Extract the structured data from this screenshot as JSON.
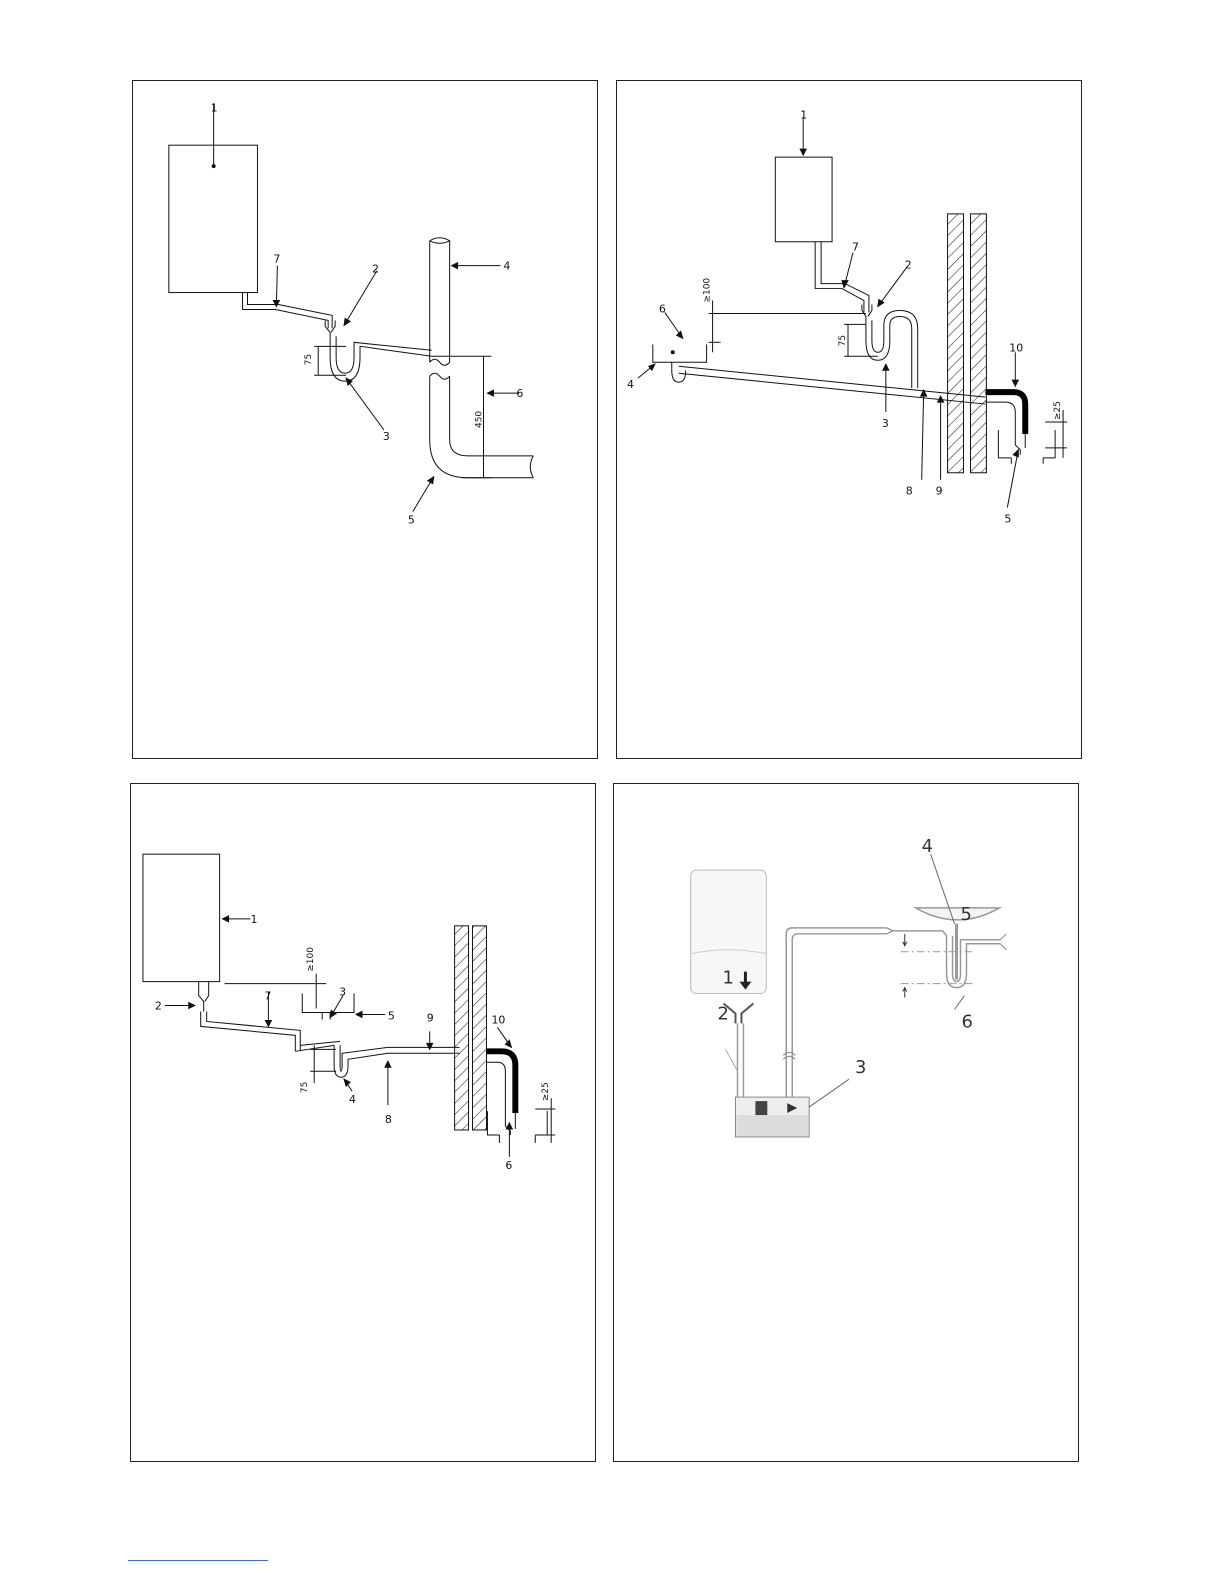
{
  "colors": {
    "line": "#111111",
    "grey": "#9a9a9a",
    "light_grey": "#d6d6d6",
    "hatch": "#333333",
    "footer_link": "#3a6fd8"
  },
  "panel1": {
    "labels": [
      "1",
      "2",
      "3",
      "4",
      "5",
      "6",
      "7"
    ],
    "dims": [
      "75",
      "450"
    ]
  },
  "panel2": {
    "labels": [
      "1",
      "2",
      "3",
      "4",
      "5",
      "6",
      "7",
      "8",
      "9",
      "10"
    ],
    "dims": [
      "75",
      "≥100",
      "≥25"
    ]
  },
  "panel3": {
    "labels": [
      "1",
      "2",
      "3",
      "4",
      "5",
      "6",
      "7",
      "8",
      "9",
      "10"
    ],
    "dims": [
      "75",
      "≥100",
      "≥25"
    ]
  },
  "panel4": {
    "labels": [
      "1",
      "2",
      "3",
      "4",
      "5",
      "6"
    ]
  }
}
